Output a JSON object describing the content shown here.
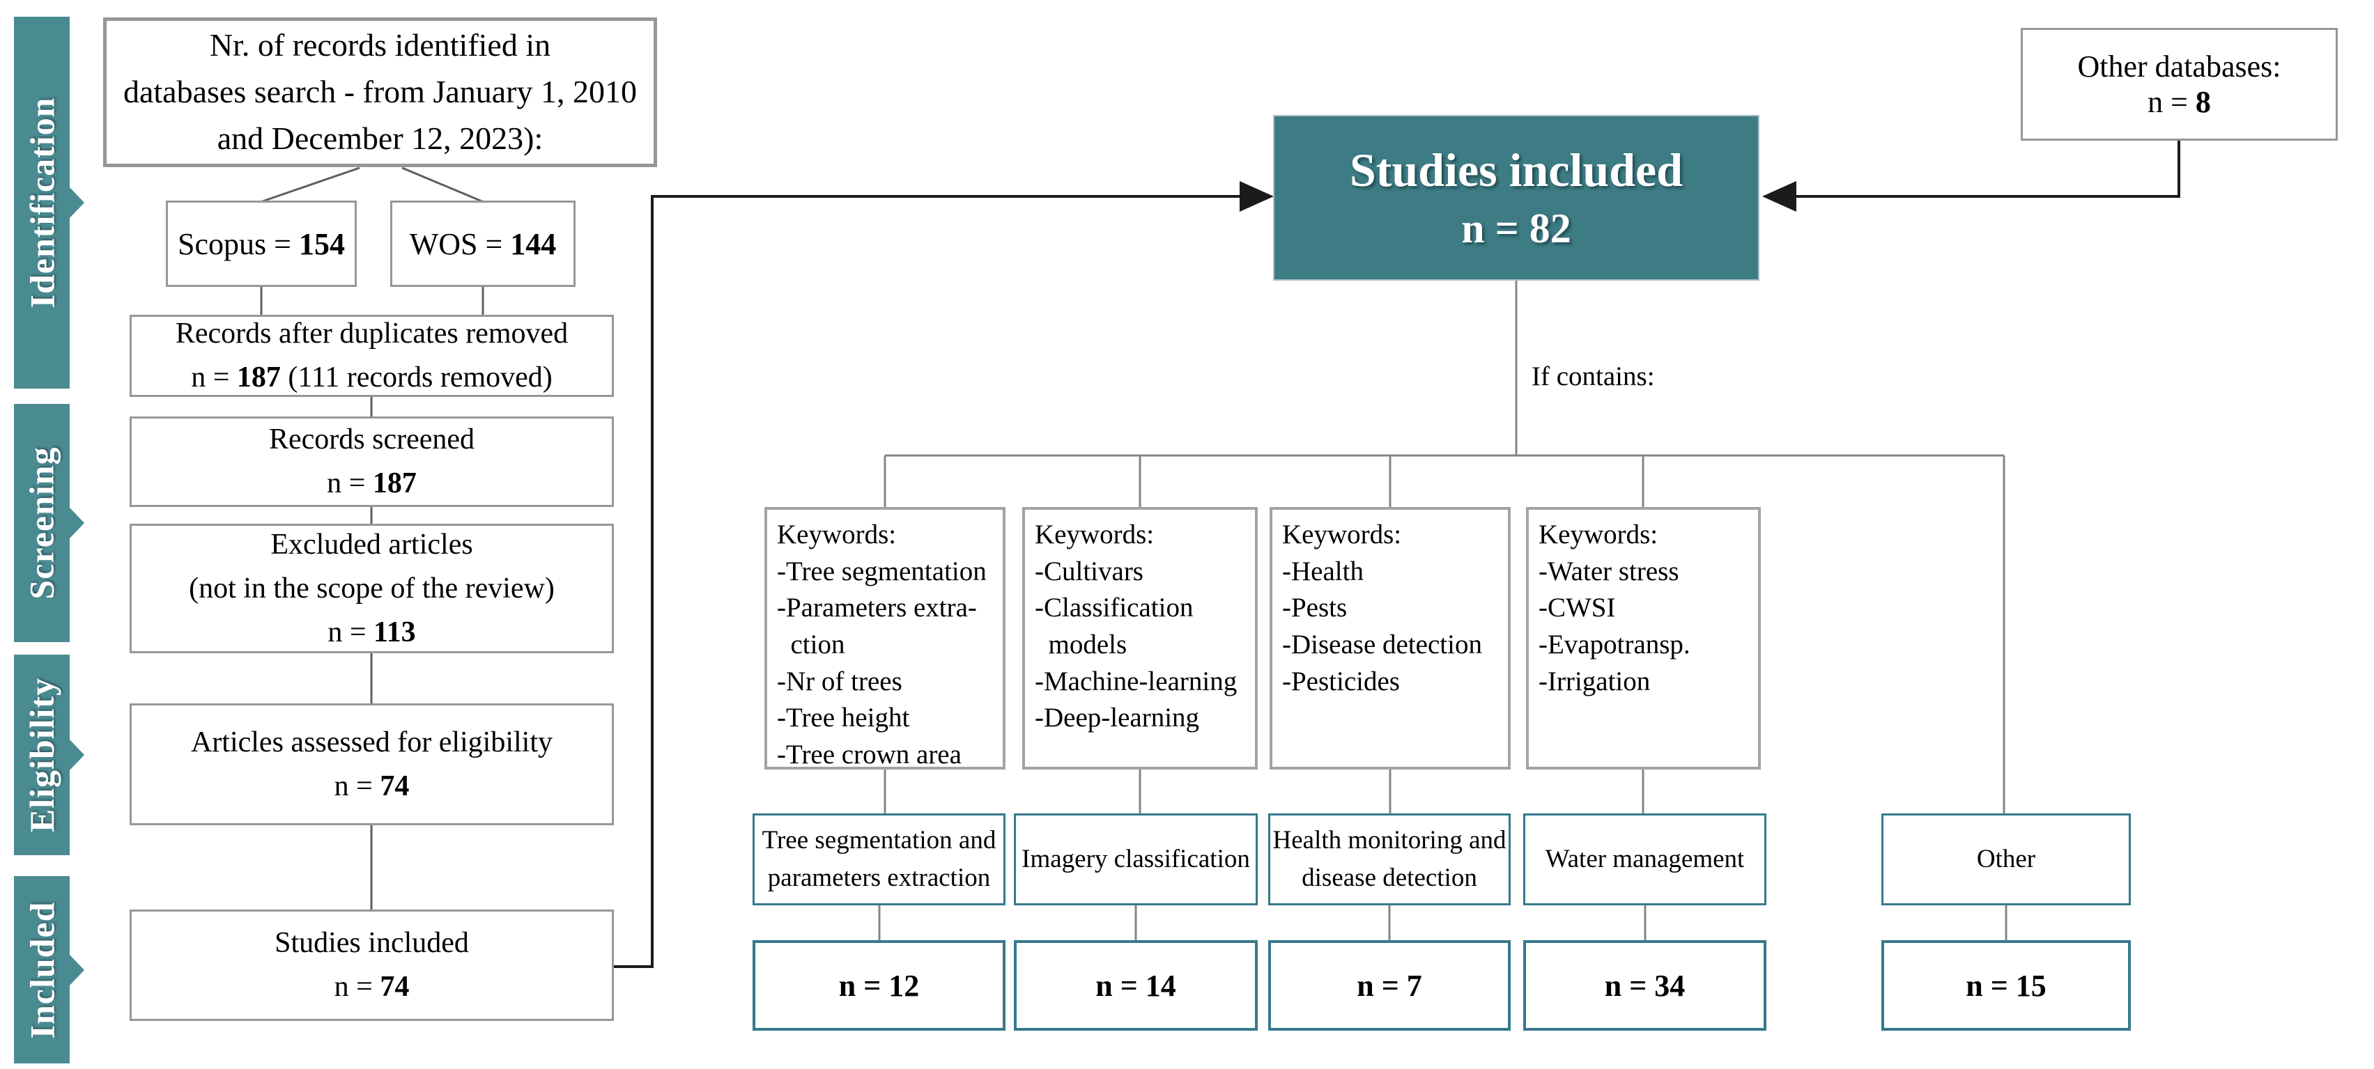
{
  "palette": {
    "banner_teal": "#4a8b92",
    "studies_teal": "#3e7c85",
    "teal_border": "#36798b",
    "gray_border": "#979797",
    "line_gray": "#858585",
    "arrow_black": "#1b1b1b"
  },
  "sidebar": {
    "items": [
      {
        "label": "Identification"
      },
      {
        "label": "Screening"
      },
      {
        "label": "Eligibility"
      },
      {
        "label": "Included"
      }
    ]
  },
  "left_flow": {
    "header_lines": [
      "Nr. of records identified in",
      "databases search - from January 1, 2010",
      "and December 12, 2023):"
    ],
    "scopus": {
      "pre": "Scopus = ",
      "bold": "154"
    },
    "wos": {
      "pre": "WOS = ",
      "bold": "144"
    },
    "duplicates_removed": {
      "title": "Records after duplicates removed",
      "n_pre": "n = ",
      "n_bold": "187",
      "n_post": " (111 records removed)"
    },
    "records_screened": {
      "title": "Records screened",
      "n_pre": "n = ",
      "n_bold": "187"
    },
    "excluded_articles": {
      "title": "Excluded articles",
      "subtitle": "(not in the scope of the review)",
      "n_pre": "n = ",
      "n_bold": "113"
    },
    "articles_assessed": {
      "title": "Articles assessed for eligibility",
      "n_pre": "n = ",
      "n_bold": "74"
    },
    "studies_included": {
      "title": "Studies included",
      "n_pre": "n = ",
      "n_bold": "74"
    }
  },
  "right_flow": {
    "studies_included_main": {
      "title": "Studies included",
      "n_line": "n = 82"
    },
    "other_databases": {
      "title": "Other databases:",
      "n_pre": "n = ",
      "n_bold": "8"
    },
    "if_contains_label": "If contains:",
    "keyword_boxes": [
      {
        "lines": [
          "Keywords:",
          "-Tree segmentation",
          "-Parameters extra-",
          "  ction",
          "-Nr of trees",
          "-Tree height",
          "-Tree crown area"
        ]
      },
      {
        "lines": [
          "Keywords:",
          "-Cultivars",
          "-Classification",
          "  models",
          "-Machine-learning",
          "-Deep-learning"
        ]
      },
      {
        "lines": [
          "Keywords:",
          "-Health",
          "-Pests",
          "-Disease detection",
          "-Pesticides"
        ]
      },
      {
        "lines": [
          "Keywords:",
          "-Water stress",
          "-CWSI",
          "-Evapotransp.",
          "-Irrigation"
        ]
      }
    ],
    "categories": [
      {
        "lines": [
          "Tree segmentation and",
          "parameters extraction"
        ],
        "n": "n = 12"
      },
      {
        "lines": [
          "Imagery classification"
        ],
        "n": "n = 14"
      },
      {
        "lines": [
          "Health monitoring and",
          "disease detection"
        ],
        "n": "n = 7"
      },
      {
        "lines": [
          "Water management"
        ],
        "n": "n = 34"
      },
      {
        "lines": [
          "Other"
        ],
        "n": "n = 15"
      }
    ]
  }
}
